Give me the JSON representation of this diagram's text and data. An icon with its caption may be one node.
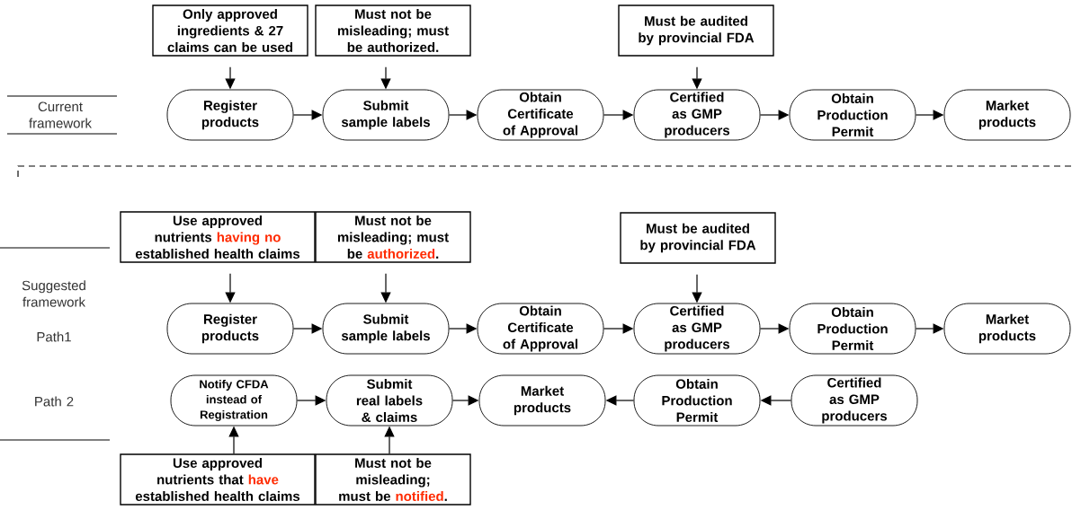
{
  "diagram": {
    "nodes": [
      {
        "text": [
          "Only approved ingredients & 27 claims can be used"
        ]
      },
      {
        "text": [
          "Must not be misleading; must be authorized."
        ]
      },
      {
        "text": [
          "Must be audited by provincial FDA"
        ]
      },
      {
        "text": [
          "Register products"
        ]
      },
      {
        "text": [
          "Submit sample labels"
        ]
      },
      {
        "text": [
          "Obtain Certificate of Approval"
        ]
      },
      {
        "text": [
          "Certified as GMP producers"
        ]
      },
      {
        "text": [
          "Obtain Production Permit"
        ]
      },
      {
        "text": [
          "Market products"
        ]
      },
      {
        "text": [
          "Use approved nutrients *having no* established health claims"
        ]
      },
      {
        "text": [
          "Must not be misleading; must be *authorized*."
        ]
      },
      {
        "text": [
          "Must be audited by provincial FDA"
        ]
      },
      {
        "text": [
          "Register products"
        ]
      },
      {
        "text": [
          "Submit sample labels"
        ]
      },
      {
        "text": [
          "Obtain Certificate of Approval"
        ]
      },
      {
        "text": [
          "Certified as GMP producers"
        ]
      },
      {
        "text": [
          "Obtain Production Permit"
        ]
      },
      {
        "text": [
          "Market products"
        ]
      },
      {
        "text": [
          "Notify CFDA instead of Registration"
        ]
      },
      {
        "text": [
          "Submit real labels & claims"
        ]
      },
      {
        "text": [
          "Market products"
        ]
      },
      {
        "text": [
          "Obtain Production Permit"
        ]
      },
      {
        "text": [
          "Certified as GMP producers"
        ]
      },
      {
        "text": [
          "Use approved nutrients that *have* established health claims"
        ]
      },
      {
        "text": [
          "Must not be misleading; must be *notified*."
        ]
      }
    ],
    "edges": [
      {
        "from": 0,
        "to": 3,
        "arrow": "to"
      },
      {
        "from": 1,
        "to": 4,
        "arrow": "to"
      },
      {
        "from": 2,
        "to": 6,
        "arrow": "to"
      },
      {
        "from": 3,
        "to": 4,
        "arrow": "to"
      },
      {
        "from": 4,
        "to": 5,
        "arrow": "to"
      },
      {
        "from": 5,
        "to": 6,
        "arrow": "to"
      },
      {
        "from": 6,
        "to": 7,
        "arrow": "to"
      },
      {
        "from": 7,
        "to": 8,
        "arrow": "to"
      },
      {
        "from": 9,
        "to": 12,
        "arrow": "to"
      },
      {
        "from": 10,
        "to": 13,
        "arrow": "to"
      },
      {
        "from": 11,
        "to": 15,
        "arrow": "to"
      },
      {
        "from": 12,
        "to": 13,
        "arrow": "to"
      },
      {
        "from": 13,
        "to": 14,
        "arrow": "to"
      },
      {
        "from": 14,
        "to": 15,
        "arrow": "to"
      },
      {
        "from": 15,
        "to": 16,
        "arrow": "to"
      },
      {
        "from": 16,
        "to": 17,
        "arrow": "to"
      },
      {
        "from": 18,
        "to": 19,
        "arrow": "to"
      },
      {
        "from": 19,
        "to": 20,
        "arrow": "to"
      },
      {
        "from": 22,
        "to": 21,
        "arrow": "to"
      },
      {
        "from": 21,
        "to": 20,
        "arrow": "to"
      },
      {
        "from": 23,
        "to": 18,
        "arrow": "to"
      },
      {
        "from": 24,
        "to": 19,
        "arrow": "to"
      }
    ],
    "labels": [
      "Current framework",
      "Suggested framework",
      "Path1",
      "Path 2"
    ]
  }
}
